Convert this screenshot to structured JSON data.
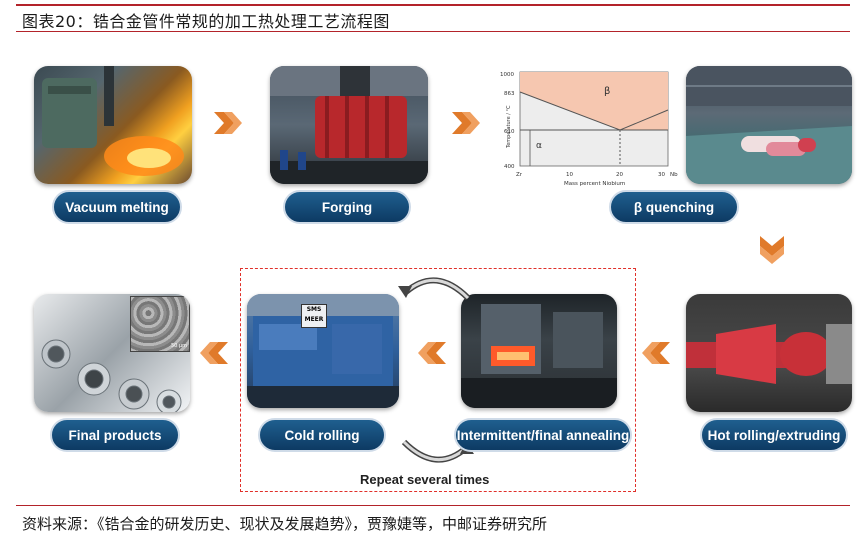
{
  "header": {
    "title": "图表20：锆合金管件常规的加工热处理工艺流程图"
  },
  "steps": [
    {
      "label": "Vacuum melting"
    },
    {
      "label": "Forging"
    },
    {
      "label": "β quenching"
    },
    {
      "label": "Hot rolling/extruding"
    },
    {
      "label": "Intermittent/final annealing"
    },
    {
      "label": "Cold rolling"
    },
    {
      "label": "Final products"
    }
  ],
  "loop": {
    "label": "Repeat several times"
  },
  "phase_diagram": {
    "y_label": "Temperature / °C",
    "x_label": "Mass percent Niobium",
    "y_ticks": [
      "1000",
      "863",
      "610",
      "400"
    ],
    "x_ticks": [
      "Zr",
      "10",
      "20",
      "30",
      "Nb"
    ],
    "region_beta": "β",
    "region_alpha": "α"
  },
  "micrograph": {
    "scale": "50 μm"
  },
  "machine": {
    "brand_top": "SMS",
    "brand_bottom": "MEER"
  },
  "footer": {
    "source": "资料来源：《锆合金的研发历史、现状及发展趋势》，贾豫婕等，中邮证券研究所"
  },
  "colors": {
    "accent": "#b3232a",
    "label_fill": "#0d3a63",
    "chevron": "#e07a2a",
    "loop_box": "#e0302a"
  }
}
